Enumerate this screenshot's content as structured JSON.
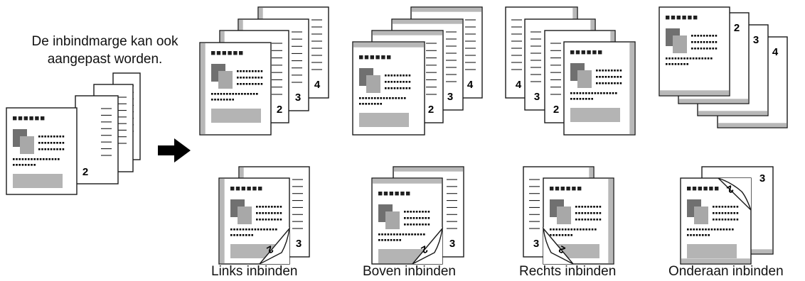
{
  "note": {
    "line1": "De inbindmarge kan ook",
    "line2": "aangepast worden."
  },
  "page_numbers": [
    "2",
    "3",
    "4"
  ],
  "captions": {
    "left": "Links inbinden",
    "top": "Boven inbinden",
    "right": "Rechts inbinden",
    "bottom": "Onderaan inbinden"
  },
  "colors": {
    "stroke": "#1a1a1a",
    "margin_gray": "#b8b8b8",
    "photo_dark": "#707070",
    "photo_light": "#a8a8a8",
    "text_bar": "#b4b4b4",
    "arrow": "#000000"
  }
}
